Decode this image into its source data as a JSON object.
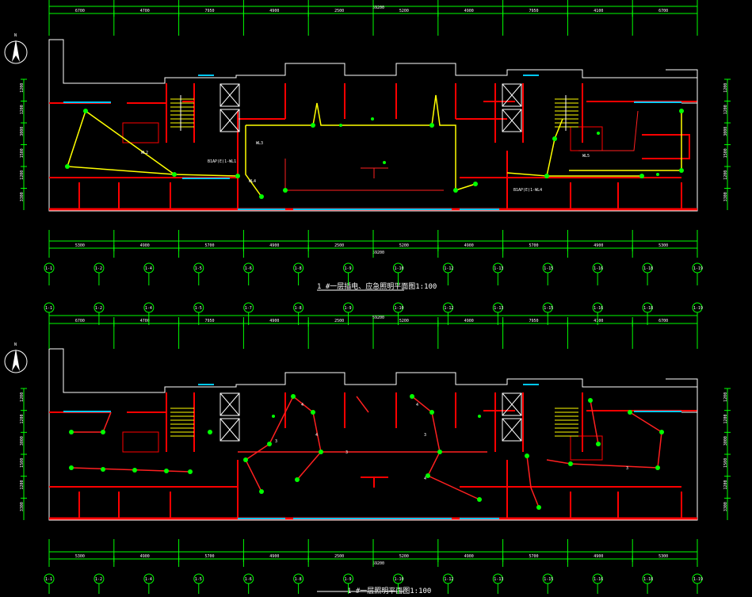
{
  "drawing": {
    "plan1": {
      "title": "1 #一层插电、应急照明平面图1:100",
      "total_top": "59200",
      "total_bottom": "59200",
      "top_dims": [
        "6700",
        "4700",
        "7950",
        "4900",
        "2500",
        "5200",
        "4900",
        "7950",
        "4100",
        "6700"
      ],
      "bottom_dims": [
        "5300",
        "4900",
        "5700",
        "4900",
        "2500",
        "5200",
        "4900",
        "5700",
        "4900",
        "5300"
      ],
      "left_dims": [
        "1200",
        "1200",
        "3000",
        "1500",
        "1200",
        "3300"
      ],
      "right_dims": [
        "1200",
        "1200",
        "3000",
        "1500",
        "1200",
        "3300"
      ],
      "bottom_axes": [
        "1-1",
        "1-2",
        "1-4",
        "1-5",
        "1-6",
        "1-8",
        "1-9",
        "1-10",
        "1-12",
        "1-13",
        "1-15",
        "1-16",
        "1-18",
        "1-19"
      ],
      "labels": {
        "cabinet_left": "B1AP(E)1-WL1",
        "cabinet_right": "B1AP(E)1-WL4",
        "wl2": "WL2",
        "wl3": "WL3",
        "wl4": "WL4",
        "wl5": "WL5"
      }
    },
    "plan2": {
      "title": "1 #一层照明平面图1:100",
      "total_top": "59200",
      "total_bottom": "59200",
      "top_dims": [
        "6700",
        "4700",
        "7950",
        "4900",
        "2500",
        "5200",
        "4900",
        "7950",
        "4100",
        "6700"
      ],
      "bottom_dims": [
        "5300",
        "4900",
        "5700",
        "4900",
        "2500",
        "5200",
        "4900",
        "5700",
        "4900",
        "5300"
      ],
      "top_axes": [
        "1-1",
        "1-2",
        "1-4",
        "1-5",
        "1-7",
        "1-8",
        "1-9",
        "1-10",
        "1-12",
        "1-13",
        "1-15",
        "1-16",
        "1-18",
        "1-19"
      ],
      "bottom_axes": [
        "1-1",
        "1-2",
        "1-4",
        "1-5",
        "1-6",
        "1-8",
        "1-9",
        "1-10",
        "1-12",
        "1-13",
        "1-15",
        "1-16",
        "1-18",
        "1-19"
      ],
      "left_dims": [
        "1200",
        "1200",
        "3000",
        "1500",
        "1200",
        "3300"
      ],
      "right_dims": [
        "1200",
        "1200",
        "3000",
        "1500",
        "1200",
        "3300"
      ],
      "circuit_numbers": [
        "4",
        "4",
        "3",
        "4",
        "3",
        "4",
        "3",
        "3"
      ]
    },
    "colors": {
      "grid": "#00ff00",
      "wall": "#ff0000",
      "glass": "#00c8ff",
      "partition": "#ffffff",
      "emergency_wire": "#ffff00",
      "lighting_wire": "#ff2020"
    }
  }
}
